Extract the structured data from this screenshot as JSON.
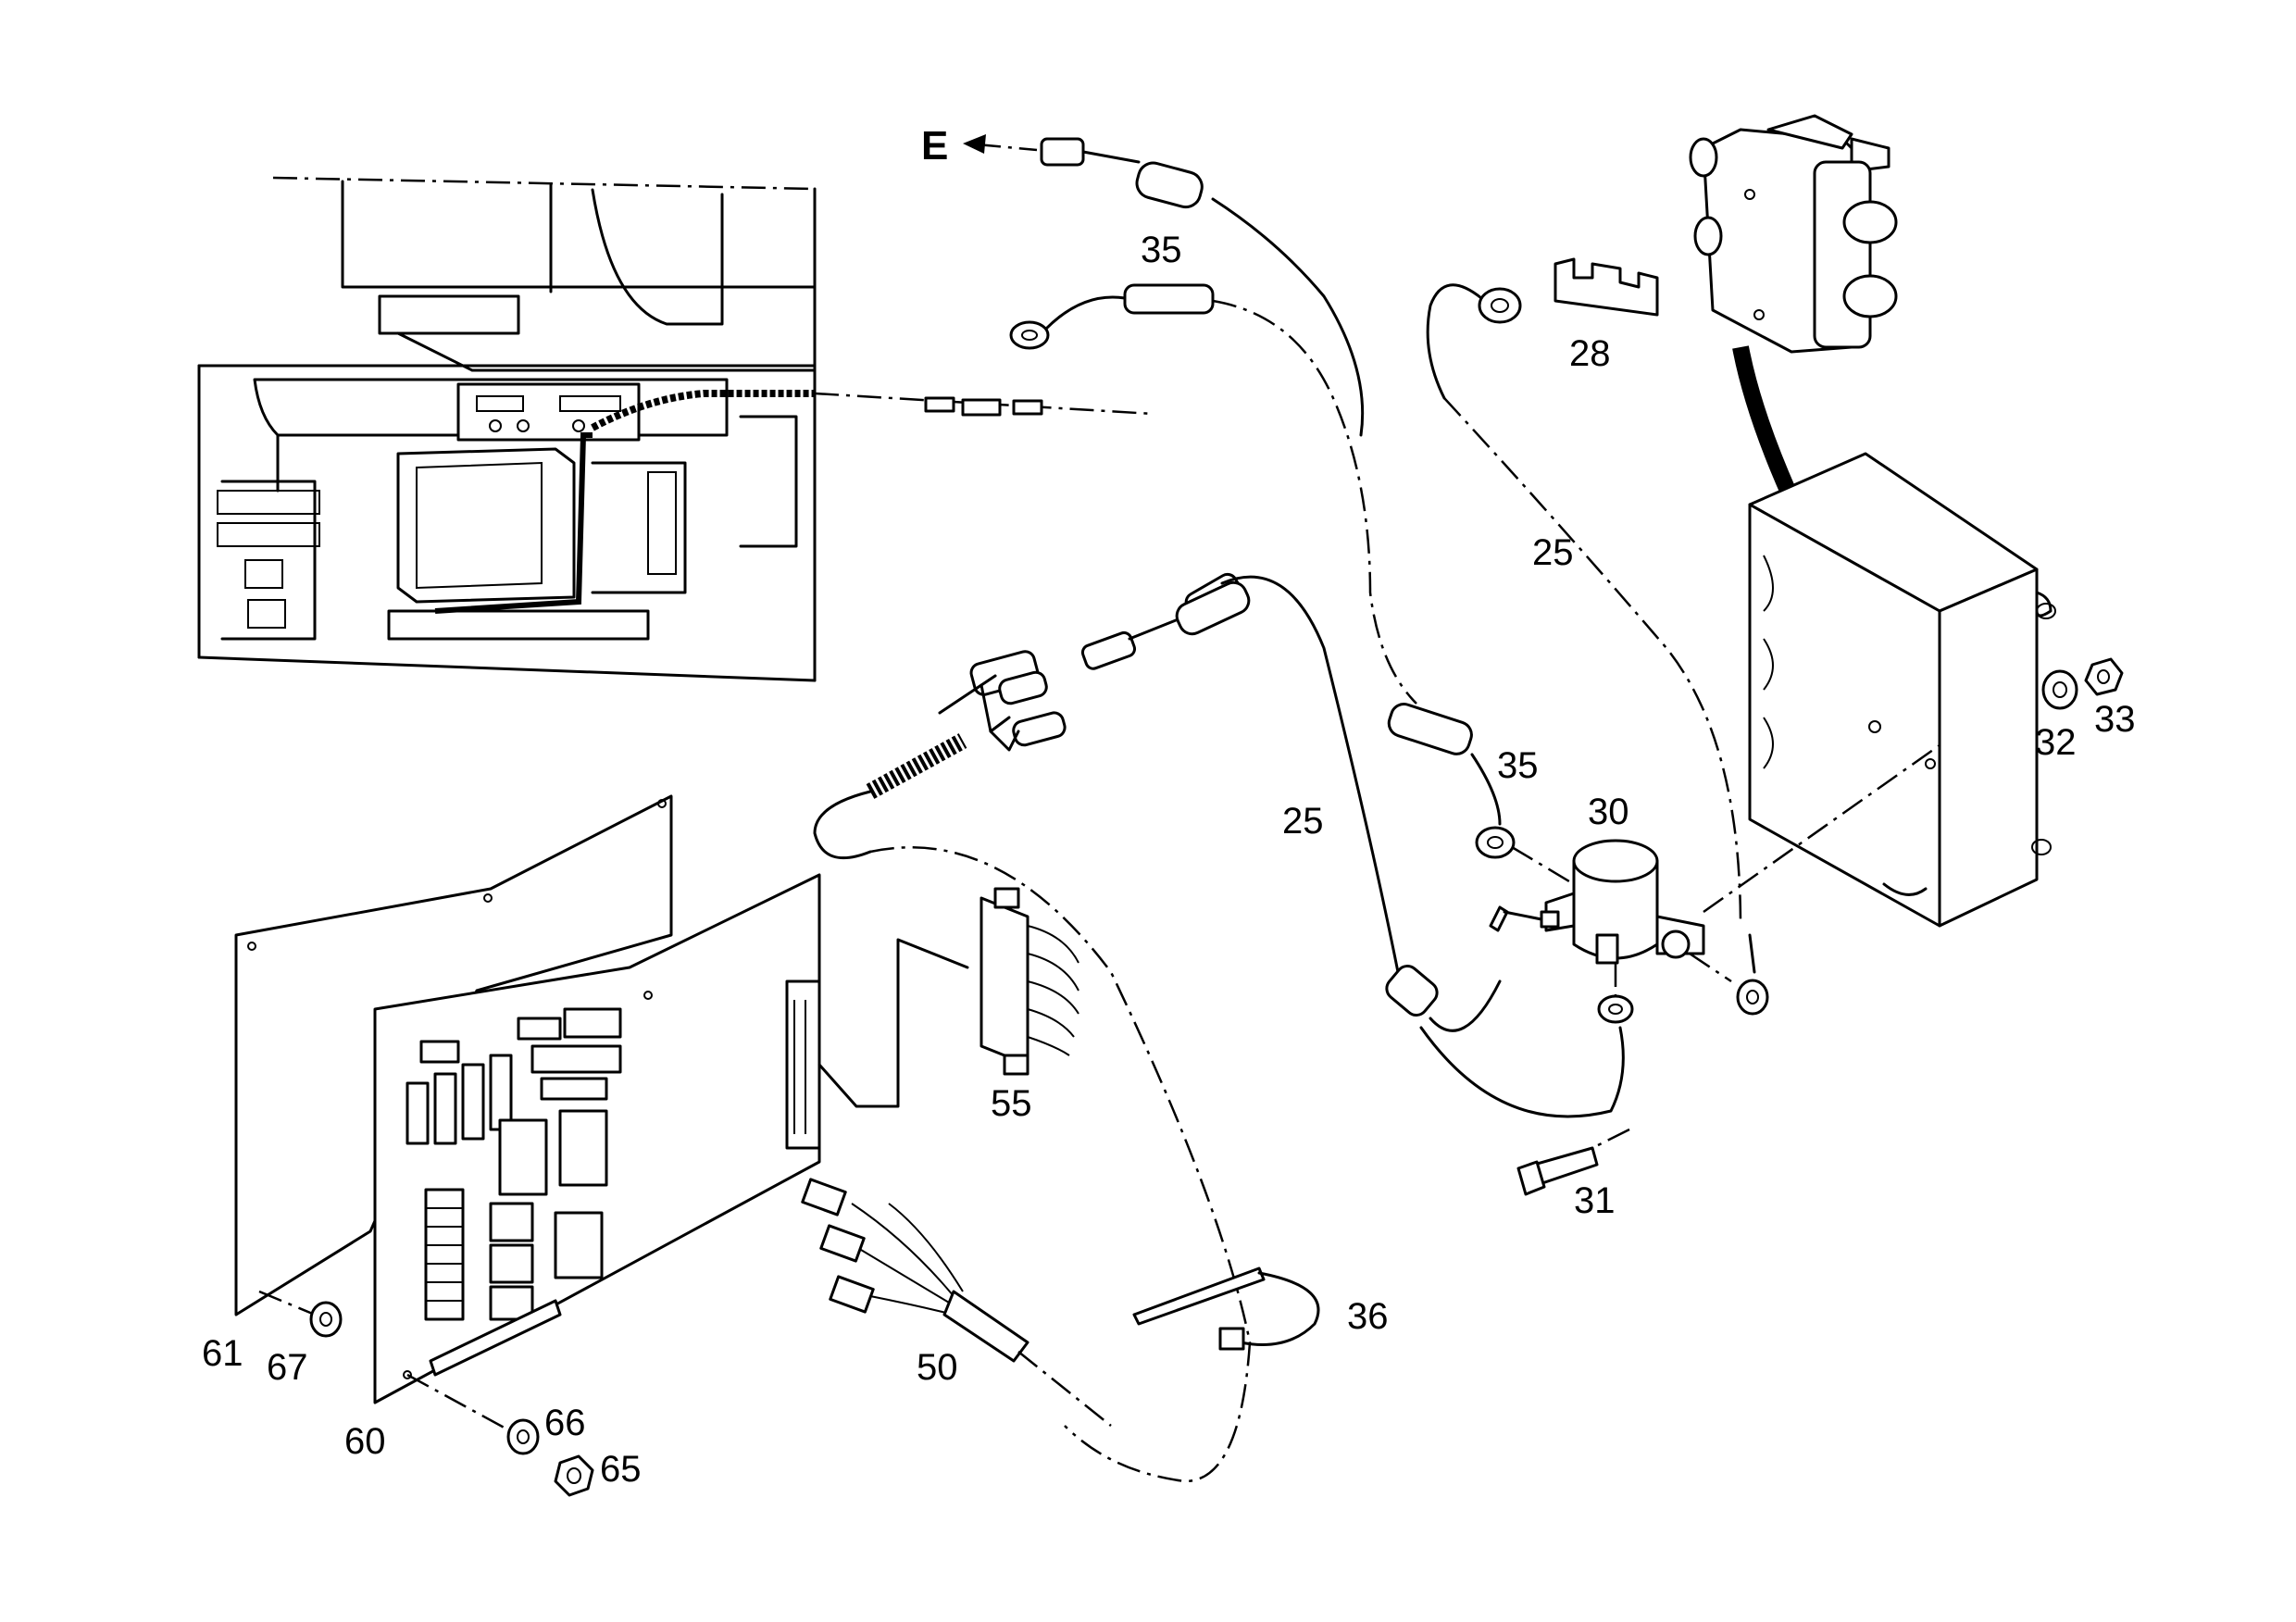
{
  "diagram": {
    "direction_label": "E",
    "callouts": {
      "c25a": "25",
      "c25b": "25",
      "c28": "28",
      "c30": "30",
      "c31": "31",
      "c32": "32",
      "c33": "33",
      "c35a": "35",
      "c35b": "35",
      "c36": "36",
      "c50": "50",
      "c55": "55",
      "c60": "60",
      "c61": "61",
      "c65": "65",
      "c66": "66",
      "c67": "67"
    }
  }
}
